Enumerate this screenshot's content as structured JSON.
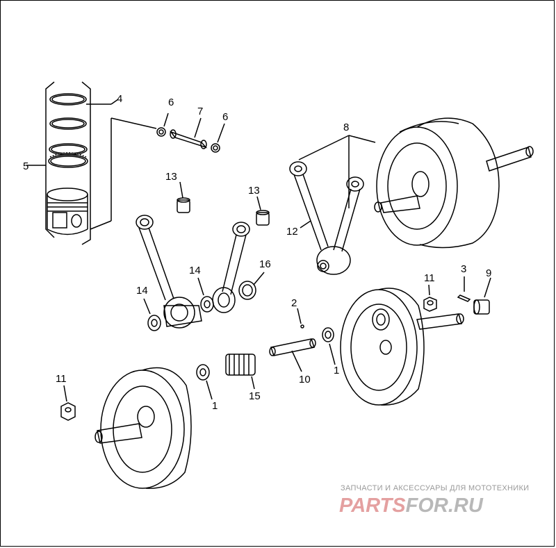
{
  "callouts": [
    {
      "id": "label-4",
      "text": "4"
    },
    {
      "id": "label-5",
      "text": "5"
    },
    {
      "id": "label-6a",
      "text": "6"
    },
    {
      "id": "label-7",
      "text": "7"
    },
    {
      "id": "label-6b",
      "text": "6"
    },
    {
      "id": "label-8",
      "text": "8"
    },
    {
      "id": "label-13a",
      "text": "13"
    },
    {
      "id": "label-13b",
      "text": "13"
    },
    {
      "id": "label-12",
      "text": "12"
    },
    {
      "id": "label-14a",
      "text": "14"
    },
    {
      "id": "label-16",
      "text": "16"
    },
    {
      "id": "label-14b",
      "text": "14"
    },
    {
      "id": "label-11a",
      "text": "11"
    },
    {
      "id": "label-3",
      "text": "3"
    },
    {
      "id": "label-9",
      "text": "9"
    },
    {
      "id": "label-2",
      "text": "2"
    },
    {
      "id": "label-1a",
      "text": "1"
    },
    {
      "id": "label-10",
      "text": "10"
    },
    {
      "id": "label-11b",
      "text": "11"
    },
    {
      "id": "label-1b",
      "text": "1"
    },
    {
      "id": "label-15",
      "text": "15"
    }
  ],
  "watermark": {
    "subtitle": "ЗАПЧАСТИ И АКСЕССУАРЫ ДЛЯ МОТОТЕХНИКИ",
    "brand_part1": "PARTS",
    "brand_part2": "FOR.RU"
  },
  "colors": {
    "line": "#000000",
    "background": "#ffffff",
    "watermark_red": "#e4a0a0",
    "watermark_gray": "#b8b8b8"
  }
}
